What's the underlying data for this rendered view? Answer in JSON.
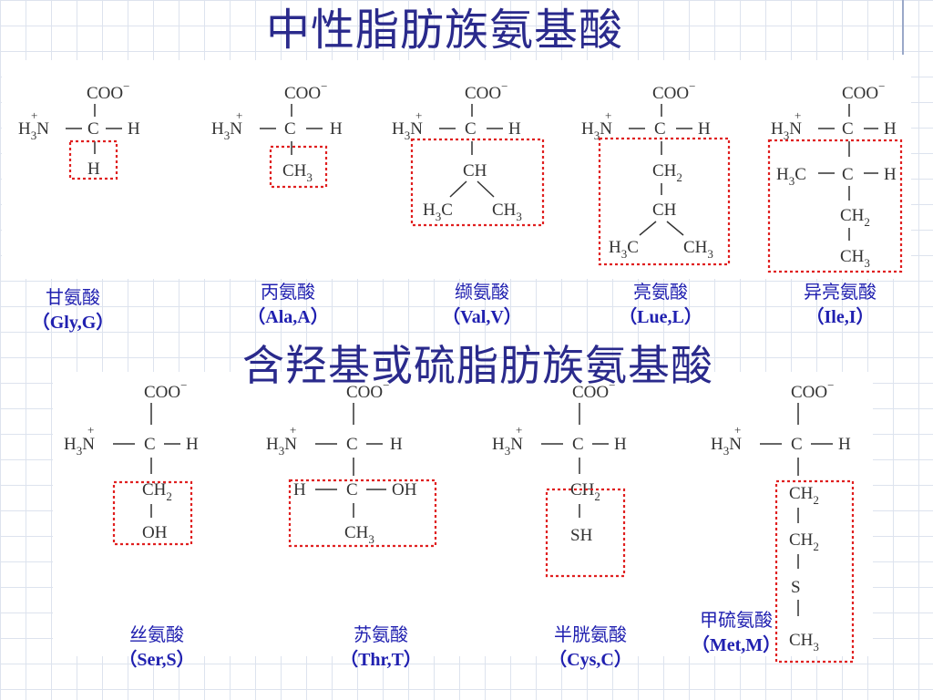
{
  "sections": [
    {
      "title": "中性脂肪族氨基酸",
      "amino_acids": [
        {
          "name": "甘氨酸",
          "code": "（Gly,G）",
          "side_chain": [
            "H"
          ]
        },
        {
          "name": "丙氨酸",
          "code": "（Ala,A）",
          "side_chain": [
            "CH3"
          ]
        },
        {
          "name": "缬氨酸",
          "code": "（Val,V）",
          "side_chain": [
            "CH",
            "H3C",
            "CH3"
          ]
        },
        {
          "name": "亮氨酸",
          "code": "（Lue,L）",
          "side_chain": [
            "CH2",
            "CH",
            "H3C",
            "CH3"
          ]
        },
        {
          "name": "异亮氨酸",
          "code": "（Ile,I）",
          "side_chain": [
            "H3C",
            "C",
            "H",
            "CH2",
            "CH3"
          ]
        }
      ]
    },
    {
      "title": "含羟基或硫脂肪族氨基酸",
      "amino_acids": [
        {
          "name": "丝氨酸",
          "code": "（Ser,S）",
          "side_chain": [
            "CH2",
            "OH"
          ]
        },
        {
          "name": "苏氨酸",
          "code": "（Thr,T）",
          "side_chain": [
            "H",
            "C",
            "OH",
            "CH3"
          ]
        },
        {
          "name": "半胱氨酸",
          "code": "（Cys,C）",
          "side_chain": [
            "CH2",
            "SH"
          ]
        },
        {
          "name": "甲硫氨酸",
          "code": "（Met,M）",
          "side_chain": [
            "CH2",
            "CH2",
            "S",
            "CH3"
          ]
        }
      ]
    }
  ],
  "backbone": {
    "carboxylate": "COO",
    "charge_minus": "−",
    "amine": "H3N",
    "charge_plus": "+",
    "alpha_carbon": "C",
    "hydrogen": "H"
  },
  "colors": {
    "title": "#2a2a8c",
    "label": "#2020b0",
    "highlight_box": "#e02020",
    "grid": "#dde3ee",
    "accent_bar": "#9aa8c8"
  }
}
